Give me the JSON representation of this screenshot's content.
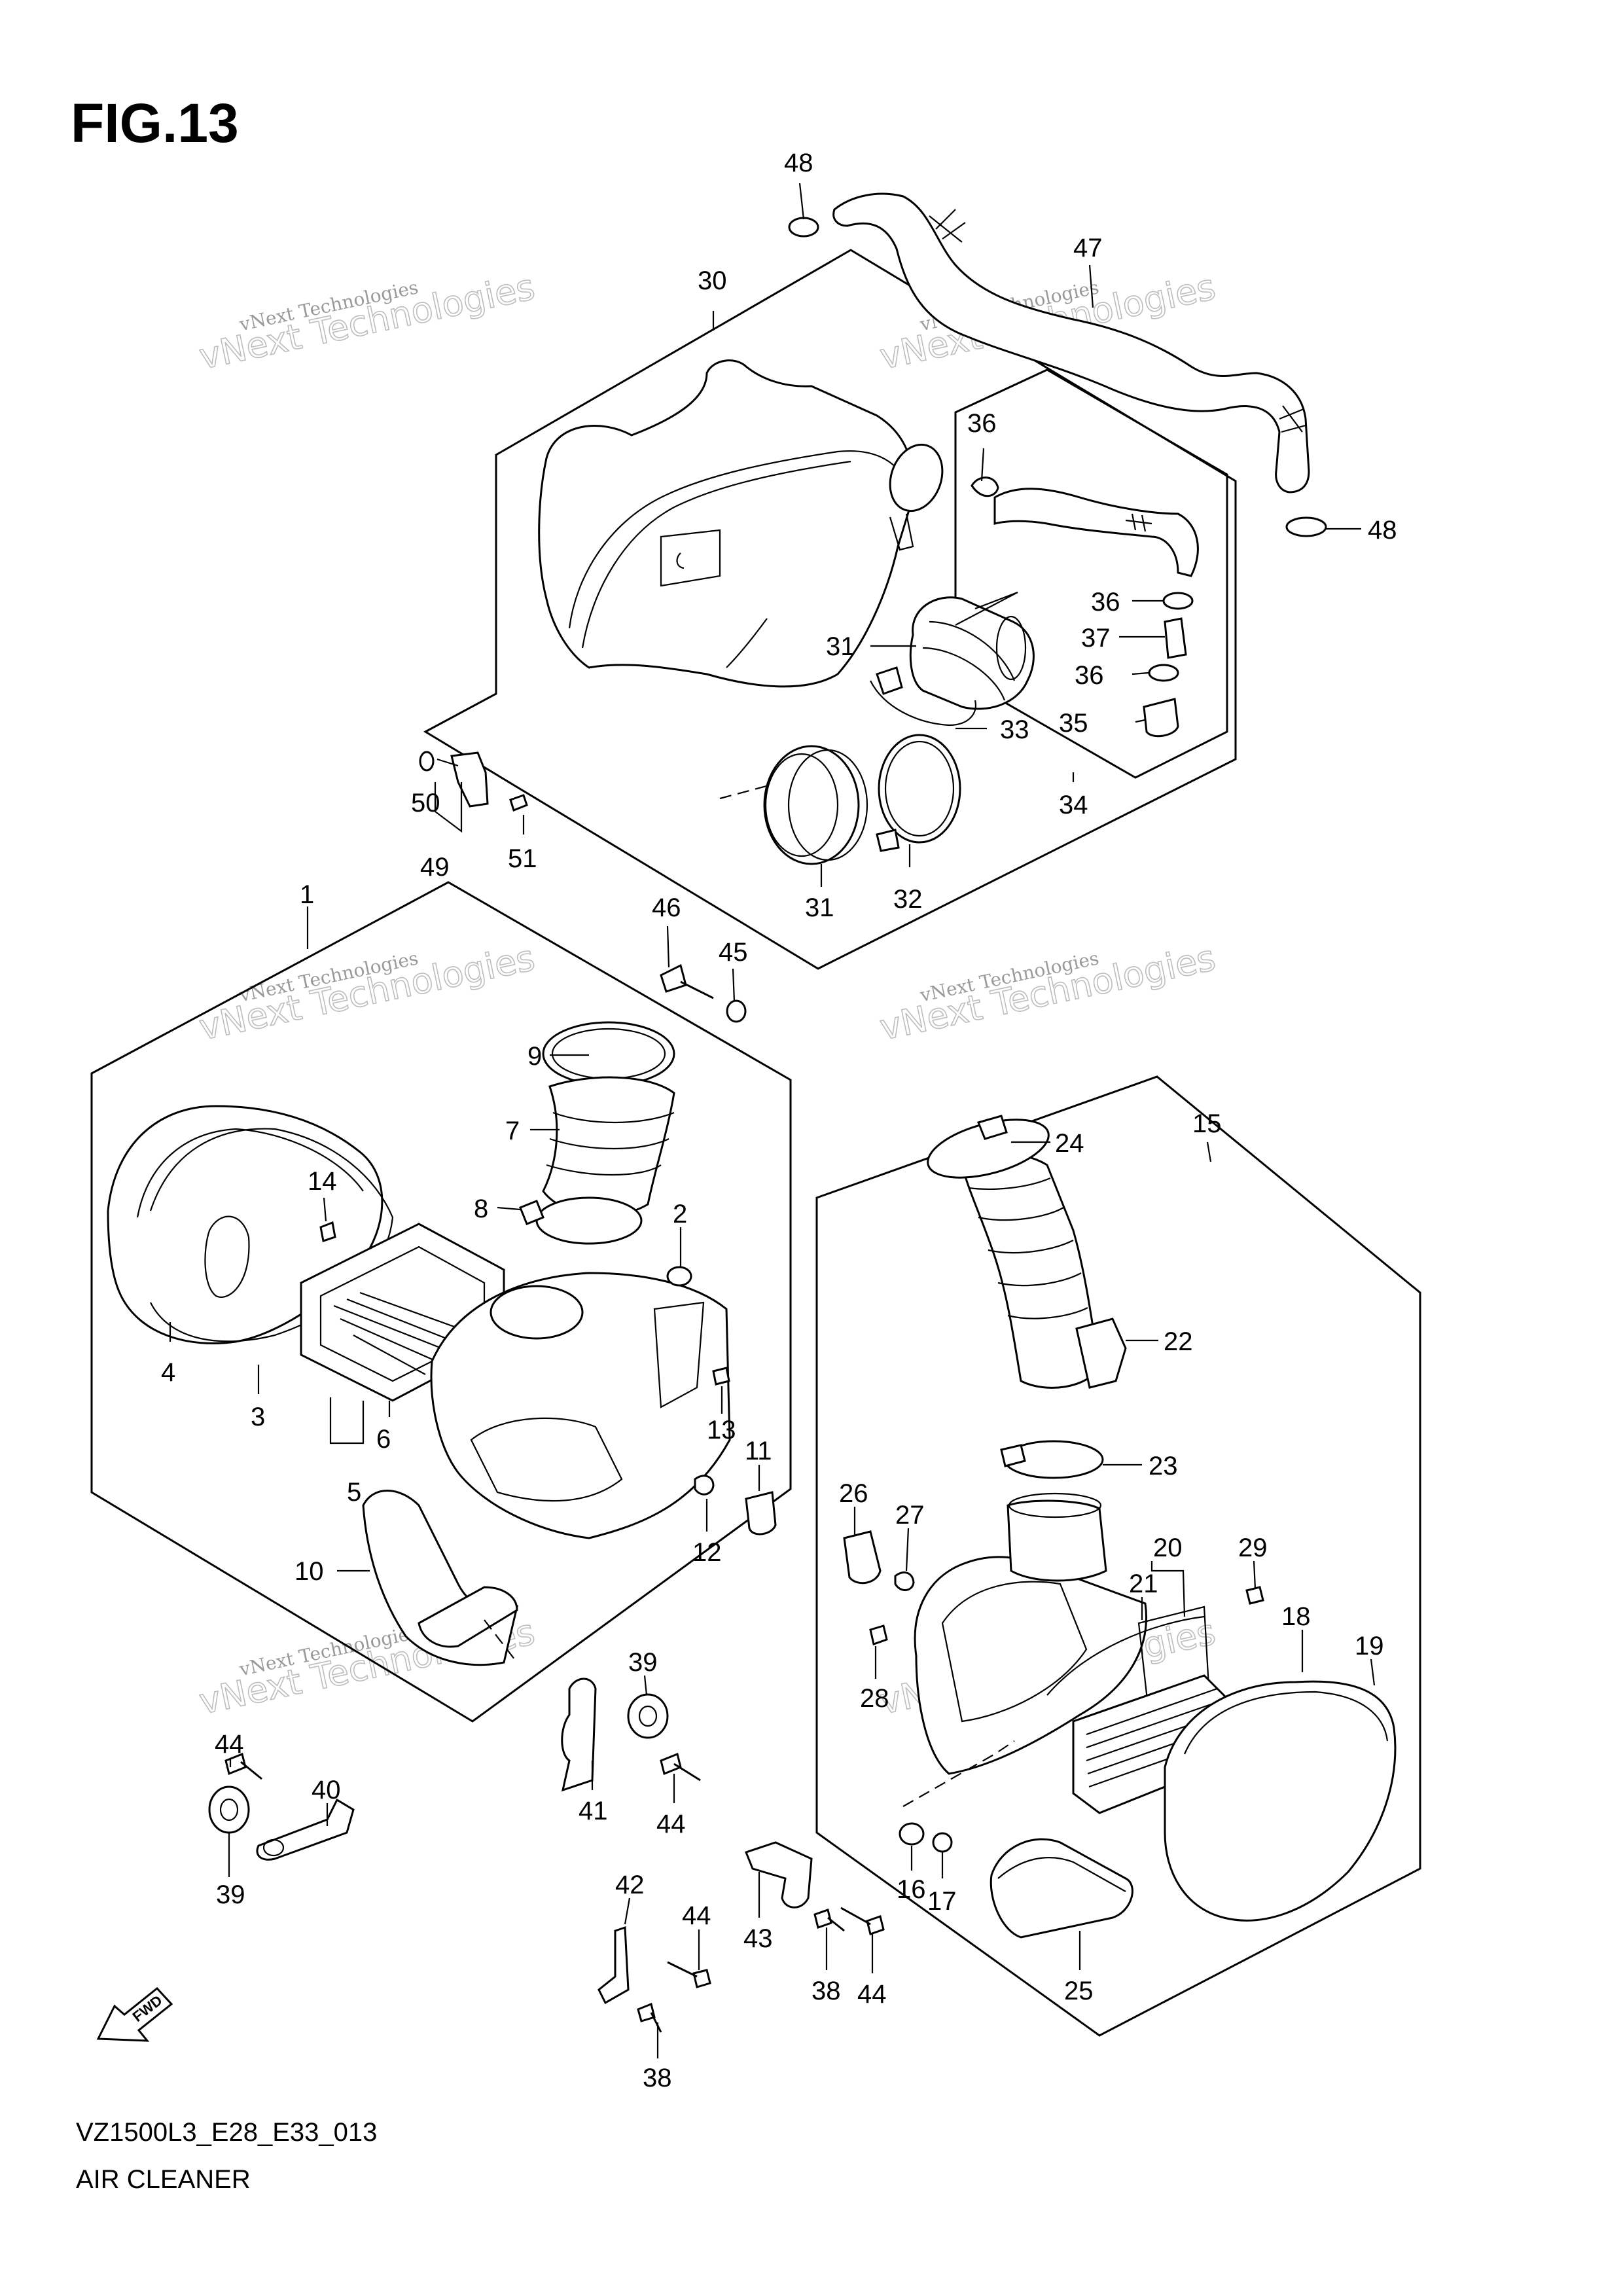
{
  "figure": {
    "title": "FIG.13",
    "model_code": "VZ1500L3_E28_E33_013",
    "section_name": "AIR CLEANER"
  },
  "watermark": {
    "line1": "vNext Technologies",
    "line2": "vNext Technologies"
  },
  "fwd_label": "FWD",
  "callouts": {
    "c1": "1",
    "c2": "2",
    "c3": "3",
    "c4": "4",
    "c5": "5",
    "c6": "6",
    "c7": "7",
    "c8": "8",
    "c9": "9",
    "c10": "10",
    "c11": "11",
    "c12": "12",
    "c13": "13",
    "c14": "14",
    "c15": "15",
    "c16": "16",
    "c17": "17",
    "c18": "18",
    "c19": "19",
    "c20": "20",
    "c21": "21",
    "c22": "22",
    "c23": "23",
    "c24": "24",
    "c25": "25",
    "c26": "26",
    "c27": "27",
    "c28": "28",
    "c29": "29",
    "c30": "30",
    "c31a": "31",
    "c31b": "31",
    "c32": "32",
    "c33": "33",
    "c34": "34",
    "c35": "35",
    "c36a": "36",
    "c36b": "36",
    "c36c": "36",
    "c37": "37",
    "c38a": "38",
    "c38b": "38",
    "c39a": "39",
    "c39b": "39",
    "c40": "40",
    "c41": "41",
    "c42": "42",
    "c43": "43",
    "c44a": "44",
    "c44b": "44",
    "c44c": "44",
    "c44d": "44",
    "c45": "45",
    "c46": "46",
    "c47": "47",
    "c48a": "48",
    "c48b": "48",
    "c49": "49",
    "c50": "50",
    "c51": "51"
  }
}
